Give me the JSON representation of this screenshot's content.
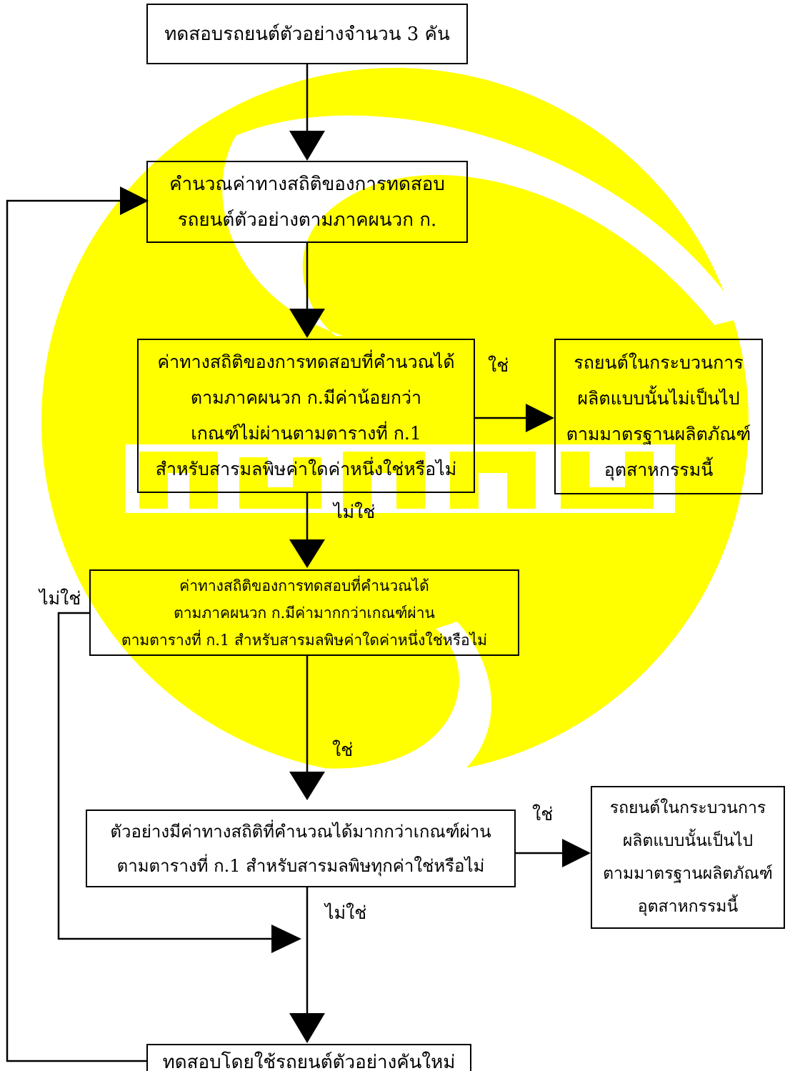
{
  "colors": {
    "watermark": "#ffff00",
    "ink": "#000000",
    "background": "#ffffff"
  },
  "watermark": {
    "type": "logo",
    "text": "ปลอดภัย"
  },
  "boxes": {
    "start": {
      "lines": [
        "ทดสอบรถยนต์ตัวอย่างจำนวน 3 คัน"
      ]
    },
    "calculate": {
      "lines": [
        "คำนวณค่าทางสถิติของการทดสอบ",
        "รถยนต์ตัวอย่างตามภาคผนวก ก."
      ]
    },
    "decision1": {
      "lines": [
        "ค่าทางสถิติของการทดสอบที่คำนวณได้",
        "ตามภาคผนวก ก.มีค่าน้อยกว่า",
        "เกณฑ์ไม่ผ่านตามตารางที่ ก.1",
        "สำหรับสารมลพิษค่าใดค่าหนึ่งใช่หรือไม่"
      ]
    },
    "fail_result": {
      "lines": [
        "รถยนต์ในกระบวนการ",
        "ผลิตแบบนั้นไม่เป็นไป",
        "ตามมาตรฐานผลิตภัณฑ์",
        "อุตสาหกรรมนี้"
      ]
    },
    "decision2": {
      "lines": [
        "ค่าทางสถิติของการทดสอบที่คำนวณได้",
        "ตามภาคผนวก  ก.มีค่ามากกว่าเกณฑ์ผ่าน",
        "ตามตารางที่  ก.1  สำหรับสารมลพิษค่าใดค่าหนึ่งใช่หรือไม่"
      ]
    },
    "decision3": {
      "lines": [
        "ตัวอย่างมีค่าทางสถิติที่คำนวณได้มากกว่าเกณฑ์ผ่าน",
        "ตามตารางที่ ก.1 สำหรับสารมลพิษทุกค่าใช่หรือไม่"
      ]
    },
    "pass_result": {
      "lines": [
        "รถยนต์ในกระบวนการ",
        "ผลิตแบบนั้นเป็นไป",
        "ตามมาตรฐานผลิตภัณฑ์",
        "อุตสาหกรรมนี้"
      ]
    },
    "retest": {
      "lines": [
        "ทดสอบโดยใช้รถยนต์ตัวอย่างคันใหม่"
      ]
    }
  },
  "edge_labels": {
    "d1_yes": "ใช่",
    "d1_no": "ไม่ใช่",
    "d2_no": "ไม่ใช่",
    "d2_yes": "ใช่",
    "d3_yes": "ใช่",
    "d3_no": "ไม่ใช่"
  }
}
